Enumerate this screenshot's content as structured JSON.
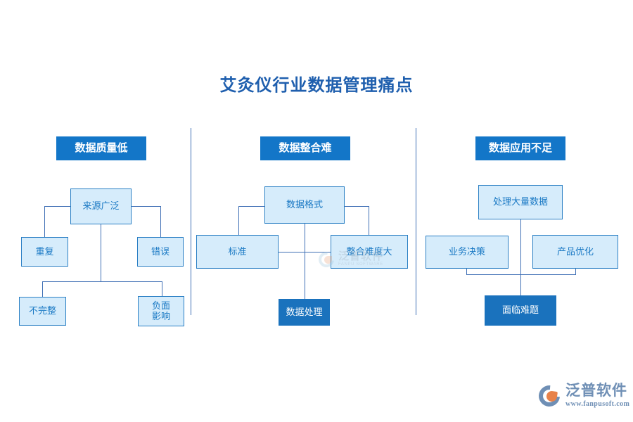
{
  "title": "艾灸仪行业数据管理痛点",
  "theme": {
    "title_color": "#1f5fae",
    "header_fill": "#1376c8",
    "node_fill": "#d6ecfb",
    "node_border": "#2a7fc4",
    "node_text": "#1a79c4",
    "solid_fill": "#1a72bd",
    "line_color": "#3f6fb5",
    "background": "#ffffff"
  },
  "columns": [
    {
      "id": "col-data-quality",
      "header": "数据质量低",
      "root": "来源广泛",
      "children": [
        "重复",
        "错误"
      ],
      "outcomes": [
        "不完整",
        "负面\n影响"
      ]
    },
    {
      "id": "col-data-integration",
      "header": "数据整合难",
      "root": "数据格式",
      "children": [
        "标准",
        "整合难度大"
      ],
      "outcomes": [
        "数据处理"
      ]
    },
    {
      "id": "col-data-application",
      "header": "数据应用不足",
      "root": "处理大量数据",
      "children": [
        "业务决策",
        "产品优化"
      ],
      "outcomes": [
        "面临难题"
      ]
    }
  ],
  "watermark": {
    "cn": "泛普软件",
    "en": "FANPU SOFTWARE"
  },
  "logo": {
    "cn": "泛普软件",
    "url": "www.fanpusoft.com"
  }
}
